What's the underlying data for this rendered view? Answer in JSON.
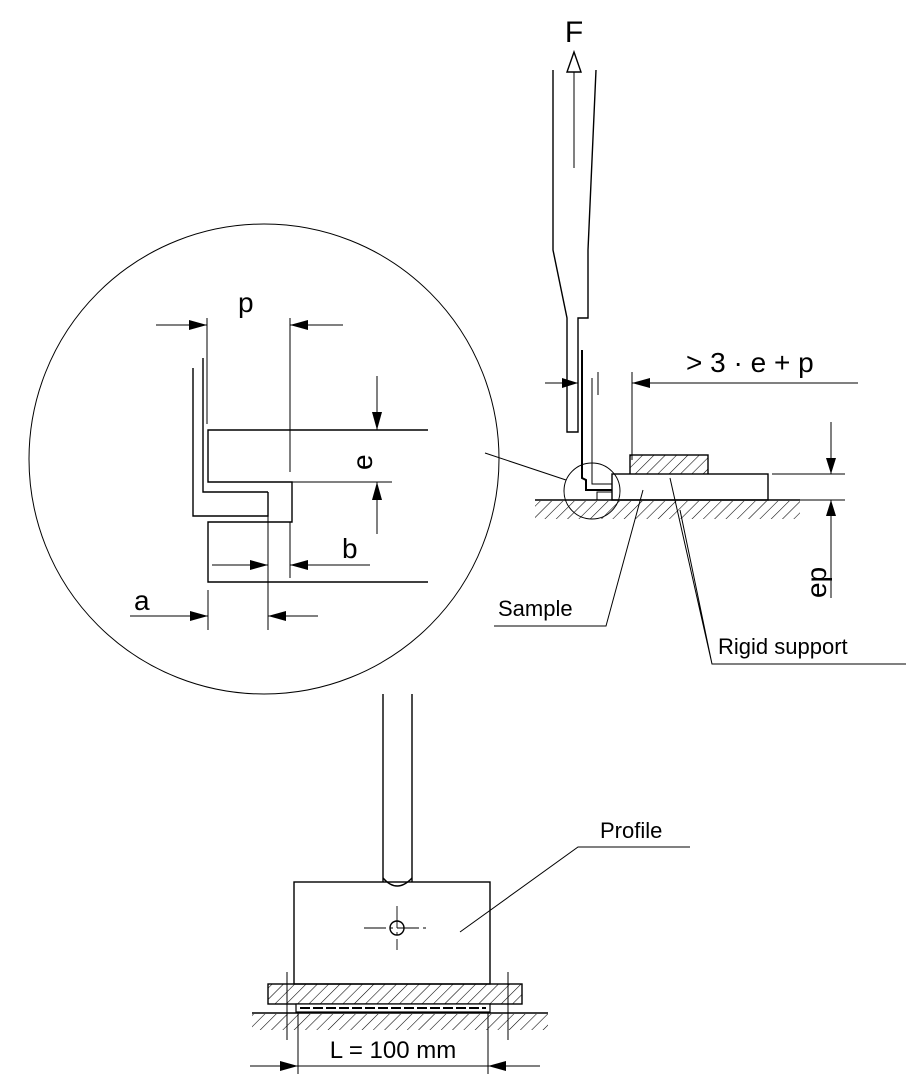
{
  "labels": {
    "force": "F",
    "spacing": "> 3 · e + p",
    "thickness": "ep",
    "sample": "Sample",
    "rigid_support": "Rigid support",
    "profile": "Profile",
    "length": "L = 100 mm"
  },
  "detail_labels": {
    "p": "p",
    "e": "e",
    "b": "b",
    "a": "a"
  }
}
